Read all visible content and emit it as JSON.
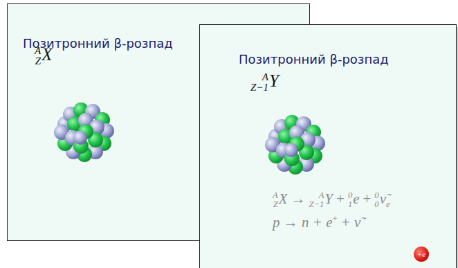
{
  "diagram": {
    "nodes": [
      {
        "text": [
          "Позитронний β-розпад",
          "A",
          "Z",
          "X"
        ]
      },
      {
        "text": [
          "Позитронний β-розпад",
          "A",
          "Z−1",
          "Y",
          "A",
          "Z",
          "X",
          "→",
          "A",
          "Z−1",
          "Y",
          "+",
          "0",
          "1",
          "e",
          "+",
          "0",
          "0",
          "ν̃",
          "e",
          "p → n + e",
          "+",
          "+ ν̃"
        ]
      },
      {
        "text": [
          "+e"
        ],
        "in": 1
      }
    ]
  }
}
